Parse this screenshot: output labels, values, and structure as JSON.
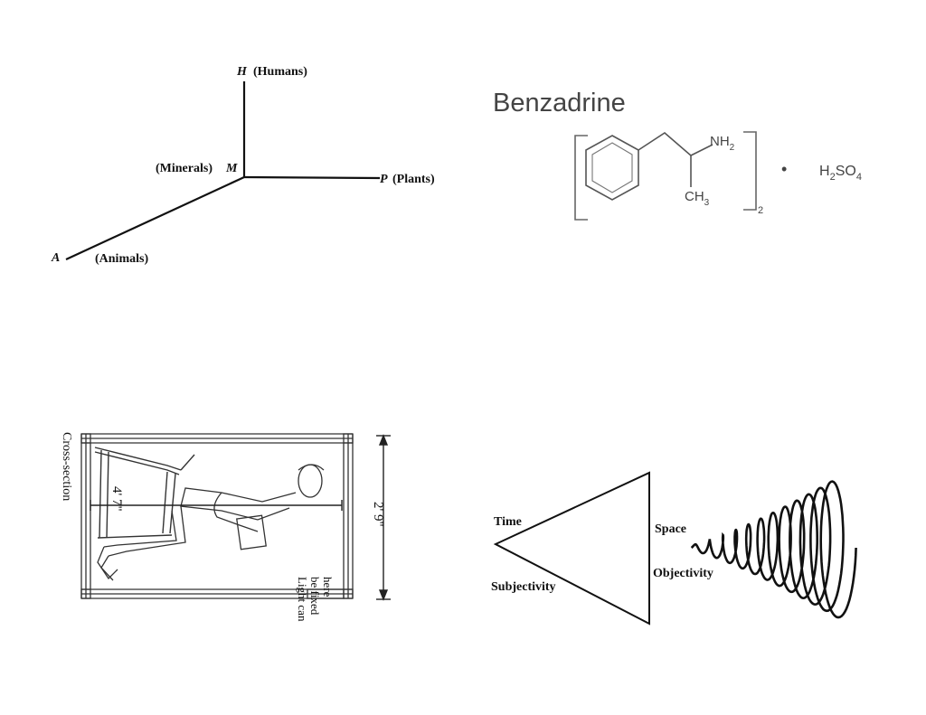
{
  "axes_diagram": {
    "h_letter": "H",
    "h_label": "(Humans)",
    "m_label": "(Minerals)",
    "m_letter": "M",
    "p_letter": "P",
    "p_label": "(Plants)",
    "a_letter": "A",
    "a_label": "(Animals)"
  },
  "benzadrine": {
    "title": "Benzadrine",
    "nh2": "NH",
    "nh2_sub": "2",
    "ch3": "CH",
    "ch3_sub": "3",
    "bracket_sub": "2",
    "dot": "•",
    "h2so4_h": "H",
    "h2so4_sub1": "2",
    "h2so4_so": "SO",
    "h2so4_sub2": "4"
  },
  "cross_section": {
    "title": "Cross-section",
    "inner_dim": "4' 7\"",
    "outer_dim": "2' 9\"",
    "light_note_lines": [
      "Light can",
      "be fixed",
      "here"
    ]
  },
  "triangle_diagram": {
    "time": "Time",
    "subjectivity": "Subjectivity",
    "space": "Space",
    "objectivity": "Objectivity"
  }
}
